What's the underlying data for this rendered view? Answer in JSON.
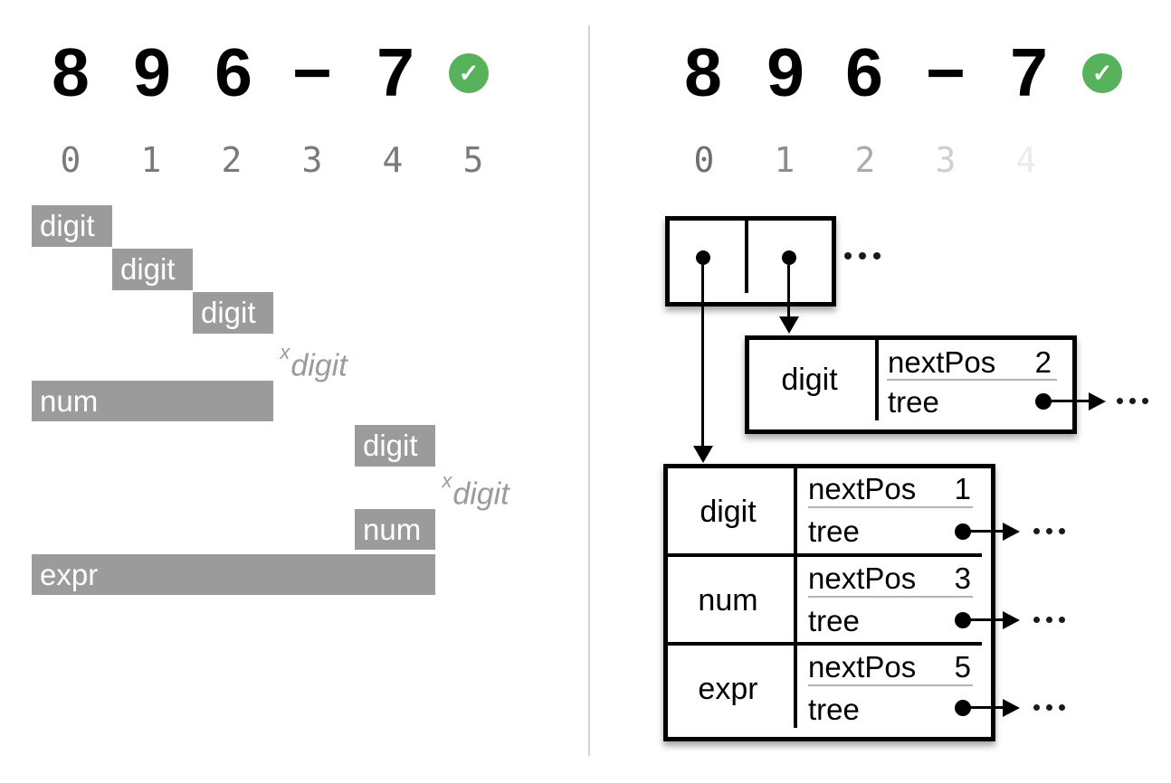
{
  "left": {
    "input_chars": [
      "8",
      "9",
      "6",
      "−",
      "7"
    ],
    "status_icon": "✓",
    "positions": [
      "0",
      "1",
      "2",
      "3",
      "4",
      "5"
    ],
    "fail_marker": "x",
    "bars": [
      {
        "label": "digit",
        "span": "0-1",
        "failed": false
      },
      {
        "label": "digit",
        "span": "1-2",
        "failed": false
      },
      {
        "label": "digit",
        "span": "2-3",
        "failed": false
      },
      {
        "label": "digit",
        "span": "3",
        "failed": true
      },
      {
        "label": "num",
        "span": "0-3",
        "failed": false
      },
      {
        "label": "digit",
        "span": "4-5",
        "failed": false
      },
      {
        "label": "digit",
        "span": "5",
        "failed": true
      },
      {
        "label": "num",
        "span": "4-5",
        "failed": false
      },
      {
        "label": "expr",
        "span": "0-5",
        "failed": false
      }
    ]
  },
  "right": {
    "input_chars": [
      "8",
      "9",
      "6",
      "−",
      "7"
    ],
    "status_icon": "✓",
    "positions": [
      "0",
      "1",
      "2",
      "3",
      "4"
    ],
    "fields": {
      "nextPos": "nextPos",
      "tree": "tree"
    },
    "memo_pos1": {
      "label": "digit",
      "nextPos": "2"
    },
    "memo_pos0_rows": [
      {
        "label": "digit",
        "nextPos": "1"
      },
      {
        "label": "num",
        "nextPos": "3"
      },
      {
        "label": "expr",
        "nextPos": "5"
      }
    ]
  },
  "icons": {
    "check": "✓",
    "ellipsis": "…",
    "pointer": "•"
  }
}
